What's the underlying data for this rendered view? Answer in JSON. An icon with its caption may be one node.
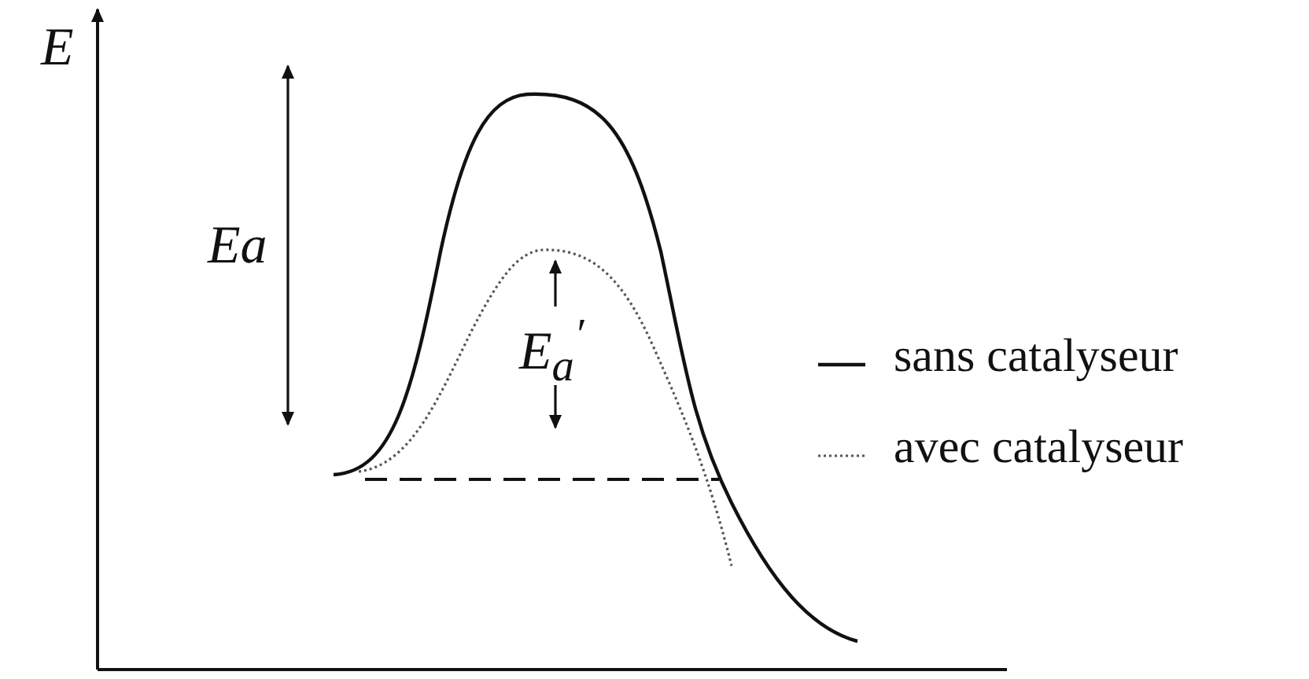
{
  "diagram": {
    "labels": [
      "E",
      "Ea",
      "E$_{a}$$^{′}$"
    ],
    "legend": [
      {
        "text": "sans catalyseur"
      },
      {
        "text": "avec catalyseur"
      }
    ]
  }
}
